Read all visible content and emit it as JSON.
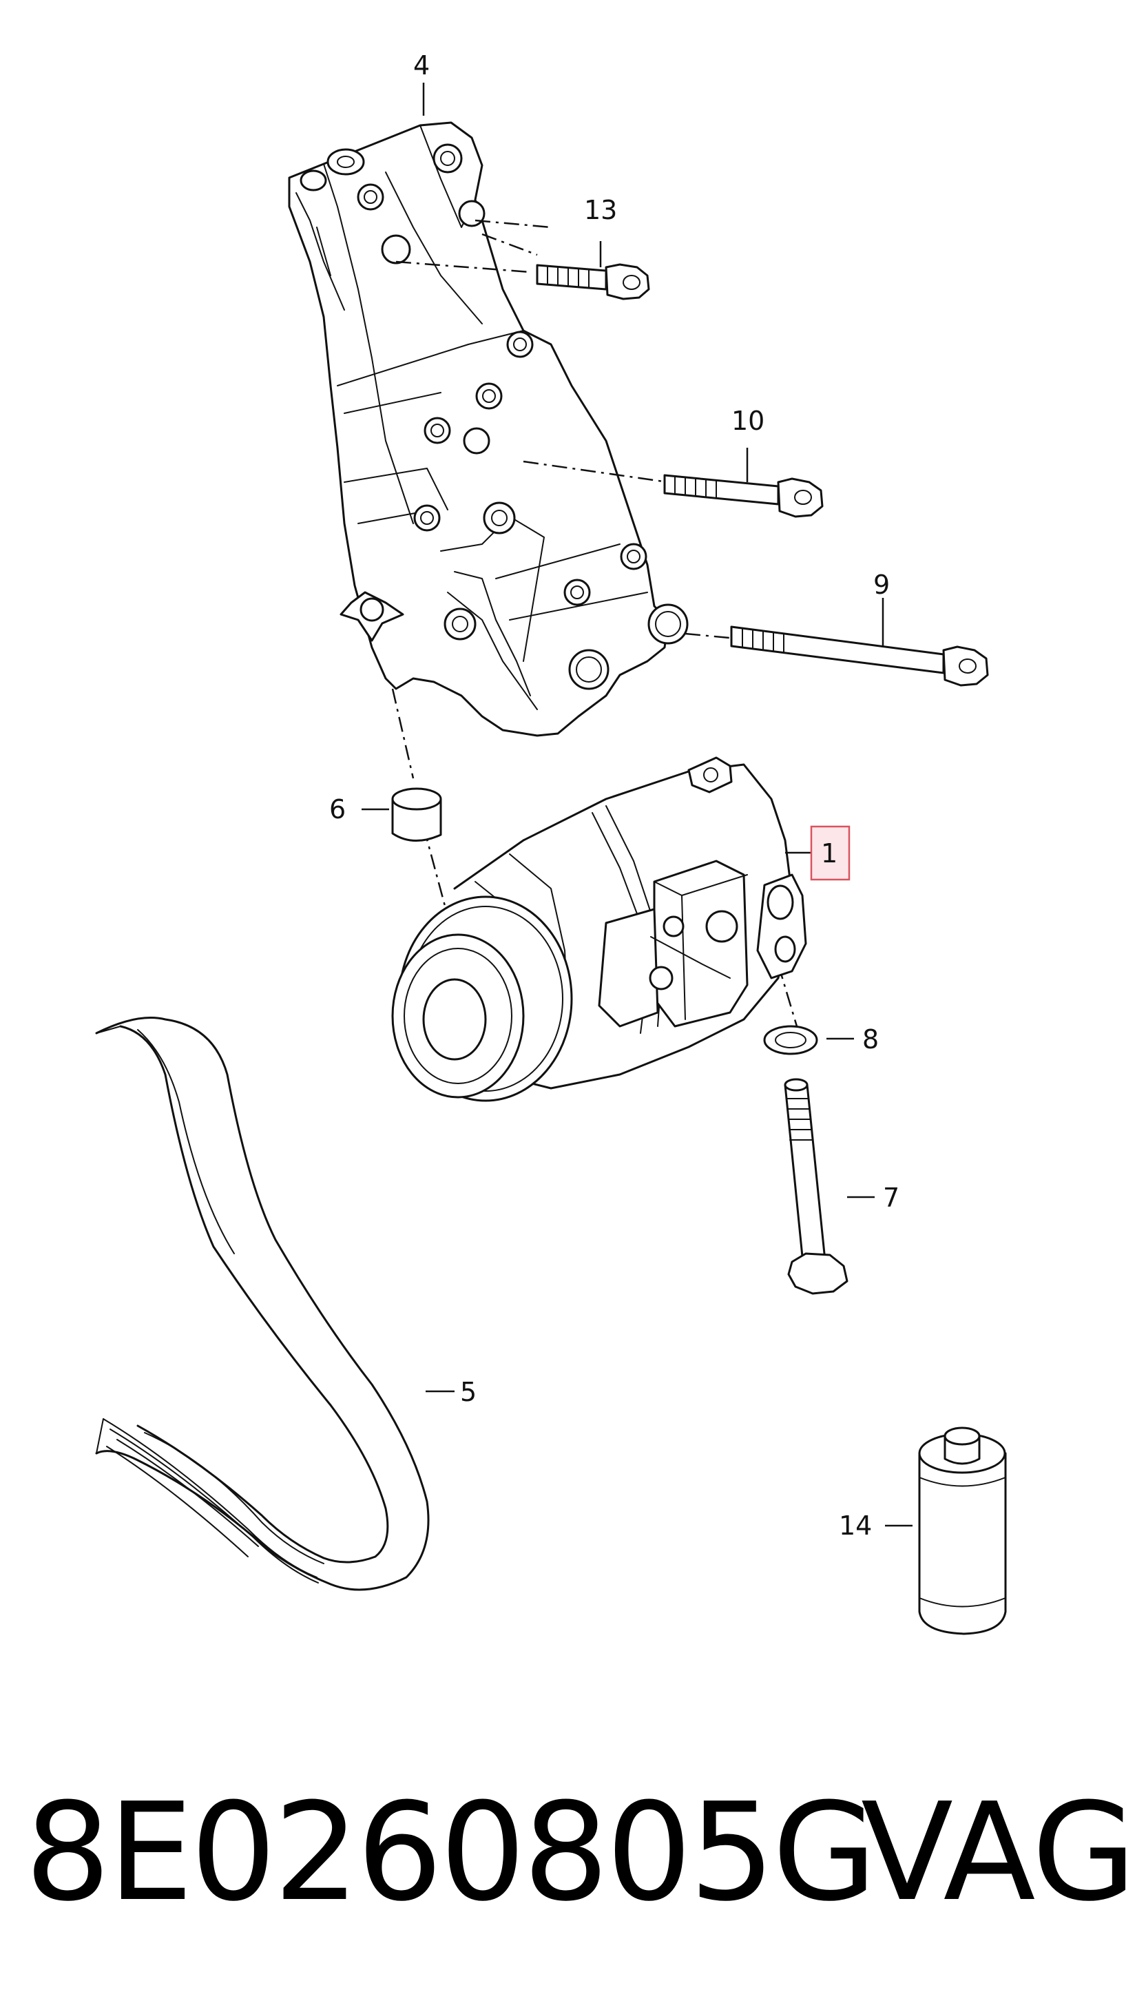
{
  "diagram": {
    "callouts": [
      {
        "id": "4",
        "label": "4"
      },
      {
        "id": "13",
        "label": "13"
      },
      {
        "id": "10",
        "label": "10"
      },
      {
        "id": "9",
        "label": "9"
      },
      {
        "id": "6",
        "label": "6"
      },
      {
        "id": "1",
        "label": "1",
        "highlighted": true
      },
      {
        "id": "8",
        "label": "8"
      },
      {
        "id": "7",
        "label": "7"
      },
      {
        "id": "5",
        "label": "5"
      },
      {
        "id": "14",
        "label": "14"
      }
    ],
    "highlight_color": "#d9535f"
  },
  "caption": {
    "part_number": "8E0260805G",
    "brand": "VAG"
  }
}
